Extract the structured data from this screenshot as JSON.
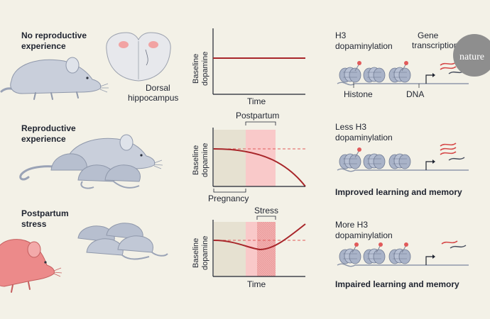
{
  "rows": [
    {
      "title_lines": [
        "No reproductive",
        "experience"
      ],
      "brain_label_lines": [
        "Dorsal",
        "hippocampus"
      ],
      "chart": {
        "ylabel_lines": [
          "Baseline",
          "dopamine"
        ],
        "xlabel": "Time"
      },
      "histone": {
        "heading_lines": [
          "H3",
          "dopaminylation"
        ],
        "gene_label_lines": [
          "Gene",
          "transcription"
        ],
        "histone_label": "Histone",
        "dna_label": "DNA"
      }
    },
    {
      "title_lines": [
        "Reproductive",
        "experience"
      ],
      "chart": {
        "ylabel_lines": [
          "Baseline",
          "dopamine"
        ],
        "bracket_top": "Postpartum",
        "bracket_bottom": "Pregnancy"
      },
      "histone": {
        "heading_lines": [
          "Less H3",
          "dopaminylation"
        ],
        "outcome": "Improved learning and memory"
      }
    },
    {
      "title_lines": [
        "Postpartum",
        "stress"
      ],
      "chart": {
        "ylabel_lines": [
          "Baseline",
          "dopamine"
        ],
        "xlabel": "Time",
        "bracket_top": "Stress"
      },
      "histone": {
        "heading_lines": [
          "More H3",
          "dopaminylation"
        ],
        "outcome": "Impaired learning and memory"
      }
    }
  ],
  "logo_text": "nature",
  "colors": {
    "background": "#f3f1e7",
    "mouse_grey": "#c9cfdb",
    "mouse_pink": "#ec8a8a",
    "curve": "#a8262a",
    "pregnancy_band": "#e6e1d1",
    "postpartum_band": "#f9c9c9",
    "stress_band": "#ef9e9e",
    "dopamine_marker": "#e15a5a",
    "histone": "#a9b3c8"
  }
}
